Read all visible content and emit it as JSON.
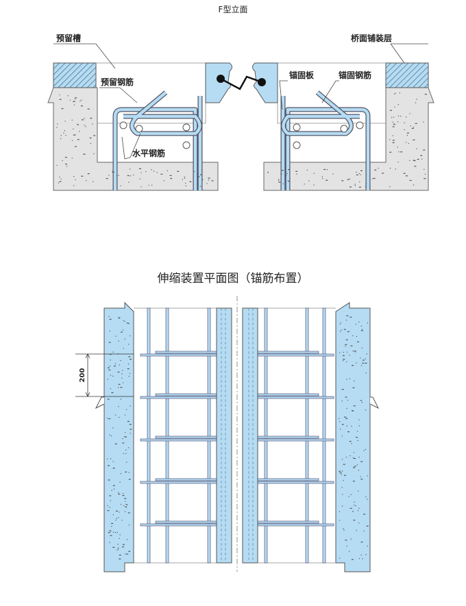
{
  "elevation": {
    "title": "F型立面",
    "labels": {
      "reserved_groove": "预留槽",
      "reserved_rebar": "预留钢筋",
      "horizontal_rebar": "水平钢筋",
      "anchor_plate": "锚固板",
      "anchor_rebar": "锚固钢筋",
      "deck_pavement": "桥面铺装层"
    }
  },
  "plan": {
    "title": "伸缩装置平面图（锚筋布置）",
    "spacing_label": "200"
  },
  "colors": {
    "blue": "#b5dcf3",
    "concrete": "#e3e3e3",
    "stroke": "#555555"
  }
}
